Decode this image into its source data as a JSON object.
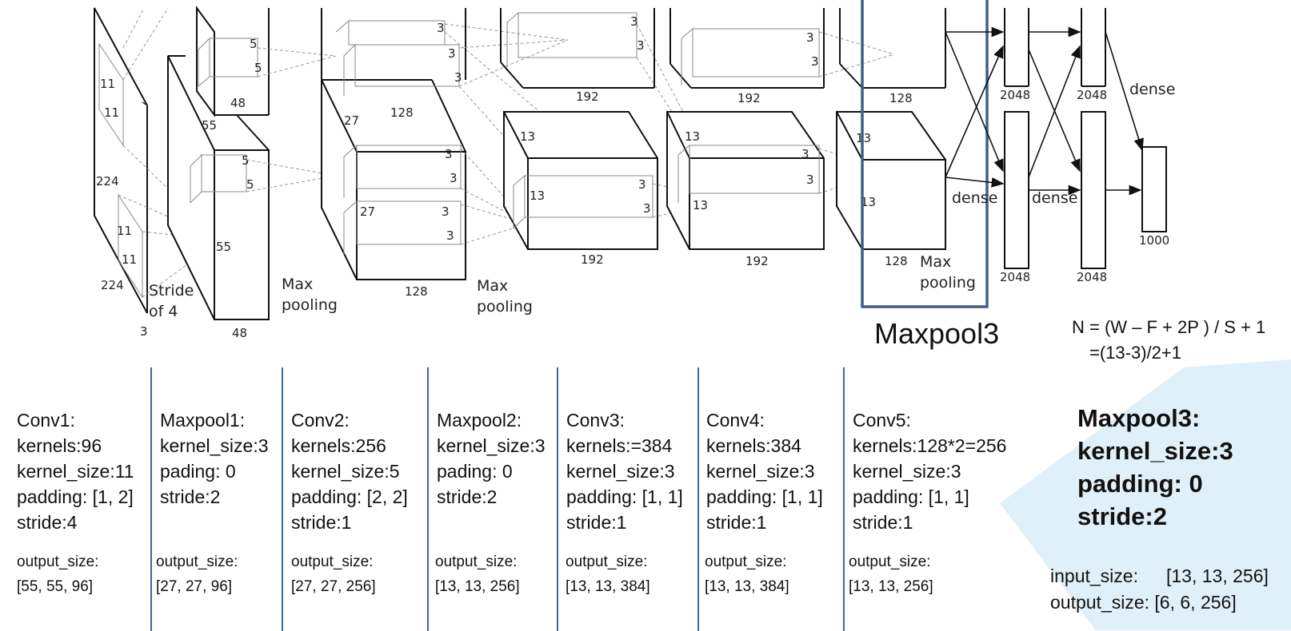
{
  "diagram": {
    "input": {
      "k1": "11",
      "k2": "11",
      "k3": "11",
      "k4": "11",
      "h": "224",
      "w": "224",
      "d": "3",
      "stride1": "Stride",
      "stride2": "of 4"
    },
    "conv1": {
      "k_top_a": "5",
      "k_top_b": "5",
      "k_bot_a": "5",
      "k_bot_b": "5",
      "d_top": "48",
      "h": "55",
      "w": "55",
      "d_bot": "48"
    },
    "pool1_label": [
      "Max",
      "pooling"
    ],
    "conv2": {
      "k1": "3",
      "k2": "3",
      "k3": "3",
      "d_top": "128",
      "h_top": "27",
      "h_bot": "27",
      "k4": "3",
      "k5": "3",
      "k6": "3",
      "k7": "3",
      "d_bot": "128"
    },
    "pool2_label": [
      "Max",
      "pooling"
    ],
    "conv3": {
      "k_top_a": "3",
      "k_top_b": "3",
      "d_top": "192",
      "h1": "13",
      "h2": "13",
      "k_bot_a": "3",
      "k_bot_b": "3",
      "d_bot": "192"
    },
    "conv4": {
      "k_top_a": "3",
      "k_top_b": "3",
      "d_top": "192",
      "h1": "13",
      "h2": "13",
      "k_bot_a": "3",
      "k_bot_b": "3",
      "d_bot": "192"
    },
    "conv5": {
      "d_top": "128",
      "h1": "13",
      "h2": "13",
      "d_bot": "128"
    },
    "pool3_label": [
      "Max",
      "pooling"
    ],
    "dense_labels": [
      "dense",
      "dense",
      "dense"
    ],
    "fc": {
      "top1": "2048",
      "top2": "2048",
      "bot1": "2048",
      "bot2": "2048",
      "out": "1000"
    }
  },
  "highlight_title": "Maxpool3",
  "formula": {
    "line1": "N = (W – F + 2P ) / S + 1",
    "line2": "=(13-3)/2+1"
  },
  "layers": [
    {
      "lines": [
        "Conv1:",
        "kernels:96",
        "kernel_size:11",
        "padding: [1, 2]",
        "stride:4"
      ],
      "output_label": "output_size:",
      "output_value": "[55, 55, 96]"
    },
    {
      "lines": [
        "Maxpool1:",
        "kernel_size:3",
        "pading: 0",
        "stride:2"
      ],
      "output_label": "output_size:",
      "output_value": "[27, 27, 96]"
    },
    {
      "lines": [
        "Conv2:",
        "kernels:256",
        "kernel_size:5",
        "padding: [2, 2]",
        "stride:1"
      ],
      "output_label": "output_size:",
      "output_value": "[27, 27, 256]"
    },
    {
      "lines": [
        "Maxpool2:",
        "kernel_size:3",
        "pading: 0",
        "stride:2"
      ],
      "output_label": "output_size:",
      "output_value": " [13, 13, 256]"
    },
    {
      "lines": [
        "Conv3:",
        "kernels:=384",
        "kernel_size:3",
        "padding: [1, 1]",
        "stride:1"
      ],
      "output_label": "output_size:",
      "output_value": "[13, 13, 384]"
    },
    {
      "lines": [
        "Conv4:",
        "kernels:384",
        "kernel_size:3",
        "padding: [1, 1]",
        "stride:1"
      ],
      "output_label": "output_size:",
      "output_value": "[13, 13, 384]"
    },
    {
      "lines": [
        "Conv5:",
        "kernels:128*2=256",
        "kernel_size:3",
        "padding: [1, 1]",
        "stride:1"
      ],
      "output_label": "output_size:",
      "output_value": "[13, 13, 256]"
    }
  ],
  "maxpool3": {
    "lines": [
      "Maxpool3:",
      "kernel_size:3",
      "padding: 0",
      "stride:2"
    ],
    "input_label": "input_size:",
    "input_value": "[13, 13, 256]",
    "output_label": "output_size:",
    "output_value": "[6, 6, 256]"
  },
  "colors": {
    "divider": "#3d66a3",
    "highlight_box": "#3f5f88",
    "panel_fill": "#c9e6f7"
  }
}
